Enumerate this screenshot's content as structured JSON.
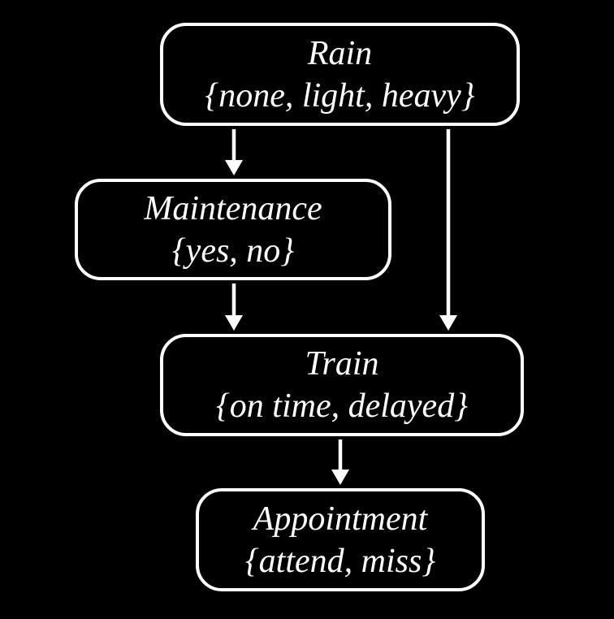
{
  "diagram": {
    "type": "bayesian-network",
    "background_color": "#000000",
    "node_border_color": "#ffffff",
    "text_color": "#ffffff",
    "arrow_color": "#ffffff",
    "nodes": {
      "rain": {
        "label": "Rain",
        "values": "{none, light, heavy}"
      },
      "maintenance": {
        "label": "Maintenance",
        "values": "{yes, no}"
      },
      "train": {
        "label": "Train",
        "values": "{on time, delayed}"
      },
      "appointment": {
        "label": "Appointment",
        "values": "{attend, miss}"
      }
    },
    "edges": [
      {
        "from": "rain",
        "to": "maintenance"
      },
      {
        "from": "rain",
        "to": "train"
      },
      {
        "from": "maintenance",
        "to": "train"
      },
      {
        "from": "train",
        "to": "appointment"
      }
    ]
  }
}
